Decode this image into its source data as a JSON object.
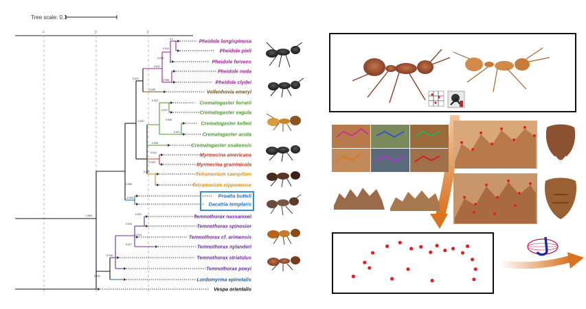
{
  "tree_scale_label": "Tree scale: 0.1",
  "axis_ticks": [
    "0",
    "0.1",
    "0.2"
  ],
  "taxa": [
    {
      "name": "Pheidole longispinosa",
      "color": "#a0208e"
    },
    {
      "name": "Pheidole pieli",
      "color": "#a0208e"
    },
    {
      "name": "Pheidole fervens",
      "color": "#a0208e"
    },
    {
      "name": "Pheidole noda",
      "color": "#a0208e"
    },
    {
      "name": "Pheidole clydei",
      "color": "#a0208e"
    },
    {
      "name": "Vollenhovia emeryi",
      "color": "#6b4f16"
    },
    {
      "name": "Crematogaster ferrarii",
      "color": "#4e9a2e"
    },
    {
      "name": "Crematogaster vagula",
      "color": "#4e9a2e"
    },
    {
      "name": "Crematogaster kelleri",
      "color": "#4e9a2e"
    },
    {
      "name": "Crematogaster acuta",
      "color": "#4e9a2e"
    },
    {
      "name": "Crematogaster osakensis",
      "color": "#4e9a2e"
    },
    {
      "name": "Myrmecina americana",
      "color": "#c33a2a"
    },
    {
      "name": "Myrmecina graminicola",
      "color": "#c33a2a"
    },
    {
      "name": "Tetramorium caespitum",
      "color": "#d8901a"
    },
    {
      "name": "Tetramorium nipponense",
      "color": "#d8901a"
    },
    {
      "name": "Proatta butteli",
      "color": "#1a72c4"
    },
    {
      "name": "Dacatria templaris",
      "color": "#1a72c4"
    },
    {
      "name": "Temnothorax nassanowi",
      "color": "#6a2a9e"
    },
    {
      "name": "Temnothorax spinosior",
      "color": "#6a2a9e"
    },
    {
      "name": "Temnothorax cf. arimensis",
      "color": "#6a2a9e"
    },
    {
      "name": "Temnothorax nylanderi",
      "color": "#6a2a9e"
    },
    {
      "name": "Temnothorax striatulus",
      "color": "#6a2a9e"
    },
    {
      "name": "Temnothorax poeyi",
      "color": "#6a2a9e"
    },
    {
      "name": "Lordomyrma epinotalis",
      "color": "#1f5b9a"
    },
    {
      "name": "Vespa orientalis",
      "color": "#111111"
    }
  ],
  "node_values": [
    "0.2",
    "0.012",
    "0.026",
    "0.012",
    "0.058",
    "0.021",
    "0.035",
    "0.023",
    "0.017",
    "0.047",
    "0.006",
    "0.021",
    "0.008",
    "0.012",
    "0.023",
    "0.001",
    "0.005",
    "0.026",
    "0.031",
    "0.013",
    "0.014",
    "0.017",
    "0.016",
    "0.011",
    "1.000"
  ],
  "colors": {
    "highlight_box": "#3a8cc8",
    "arrow": "#d9731e",
    "landmark": "#dd2222",
    "frame": "#111111"
  },
  "icons": [
    "grid-landmark-icon",
    "digitizer-tool-icon",
    "morphoj-logo-icon"
  ],
  "landmark_points": [
    [
      0.13,
      0.72
    ],
    [
      0.2,
      0.49
    ],
    [
      0.25,
      0.33
    ],
    [
      0.34,
      0.22
    ],
    [
      0.42,
      0.16
    ],
    [
      0.49,
      0.26
    ],
    [
      0.55,
      0.23
    ],
    [
      0.61,
      0.32
    ],
    [
      0.65,
      0.21
    ],
    [
      0.7,
      0.29
    ],
    [
      0.75,
      0.26
    ],
    [
      0.81,
      0.33
    ],
    [
      0.84,
      0.22
    ],
    [
      0.87,
      0.44
    ],
    [
      0.89,
      0.6
    ],
    [
      0.88,
      0.77
    ],
    [
      0.62,
      0.79
    ],
    [
      0.47,
      0.6
    ],
    [
      0.37,
      0.76
    ],
    [
      0.23,
      0.58
    ]
  ]
}
